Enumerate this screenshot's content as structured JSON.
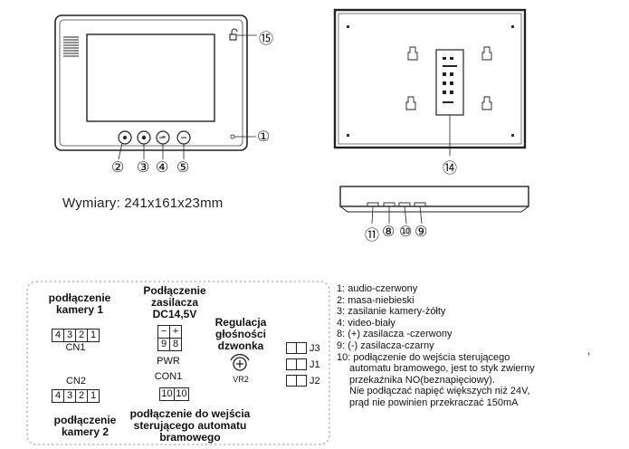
{
  "callouts": {
    "c1": "①",
    "c2": "②",
    "c3": "③",
    "c4": "④",
    "c5": "⑤",
    "c8": "⑧",
    "c9": "⑨",
    "c10": "⑩",
    "c11": "⑪",
    "c14": "⑭",
    "c15": "⑮"
  },
  "dimensions": "Wymiary: 241x161x23mm",
  "connectors": {
    "cam1_title": "podłączenie kamery 1",
    "cn1_pins": [
      "4",
      "3",
      "2",
      "1"
    ],
    "cn1_label": "CN1",
    "cn2_label": "CN2",
    "cn2_pins": [
      "4",
      "3",
      "2",
      "1"
    ],
    "cam2_title": "podłączenie kamery 2",
    "psu_title": "Podłączenie zasilacza DC14,5V",
    "pwr_signs": [
      "−",
      "+"
    ],
    "pwr_pins": [
      "9",
      "8"
    ],
    "pwr_label": "PWR",
    "con1_label": "CON1",
    "con1_pins": [
      "10",
      "10"
    ],
    "gate_title": "podłączenie do wejścia sterującego automatu bramowego",
    "vol_title": "Regulacja głośności dzwonka",
    "vr2_label": "VR2",
    "jumpers": [
      "J3",
      "J1",
      "J2"
    ]
  },
  "legend": [
    "1: audio-czerwony",
    "2: masa-niebieski",
    "3: zasilanie kamery-żółty",
    "4: video-biały",
    "8: (+) zasilacza -czerwony",
    "9: (-) zasilacza-czarny",
    "10: podłączenie do wejścia sterującego",
    "automatu bramowego, jest to styk zwierny",
    "przekaźnika NO(beznapięciowy).",
    "Nie podłączać napięć większych niż 24V,",
    "prąd nie powinien przekraczać 150mA"
  ],
  "stray_mark": ","
}
